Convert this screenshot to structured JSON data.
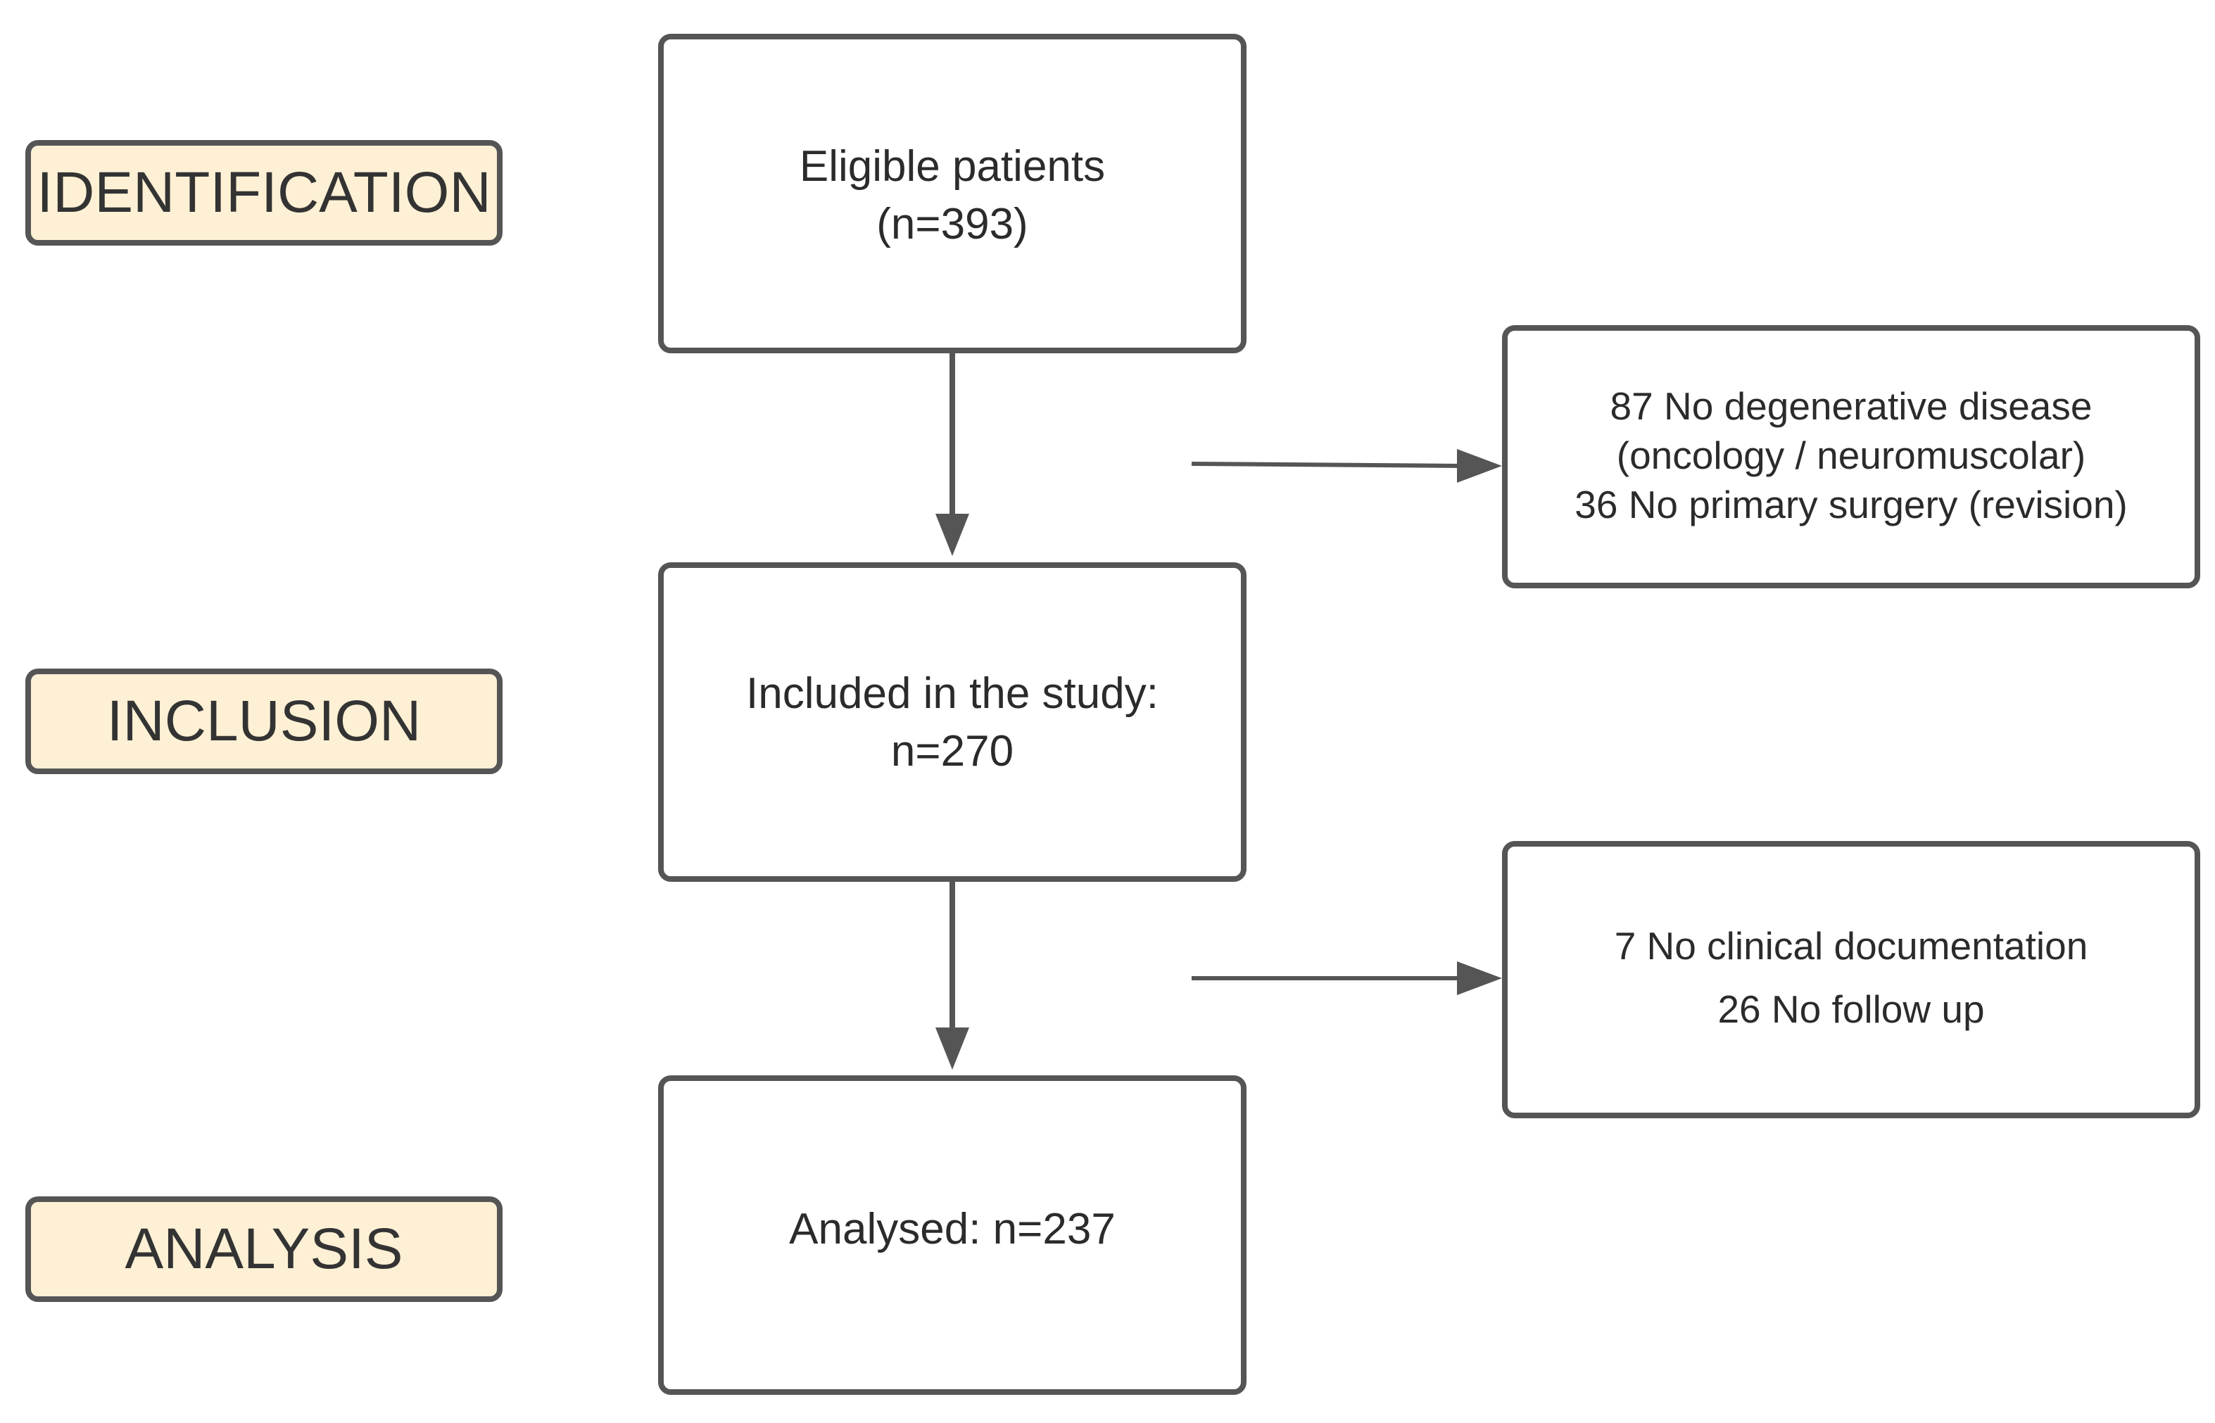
{
  "stages": {
    "identification": "IDENTIFICATION",
    "inclusion": "INCLUSION",
    "analysis": "ANALYSIS"
  },
  "boxes": {
    "eligible": {
      "line1": "Eligible patients",
      "line2": "(n=393)"
    },
    "included": {
      "line1": "Included in the study:",
      "line2": "n=270"
    },
    "analysed": {
      "line1": "Analysed:  n=237"
    }
  },
  "exclusions": {
    "first": {
      "line1": "87 No degenerative disease",
      "line2": "(oncology / neuromuscolar)",
      "line3": "36 No primary surgery (revision)"
    },
    "second": {
      "line1": "7 No clinical documentation",
      "line2": "26 No follow up"
    }
  },
  "colors": {
    "stroke": "#555555",
    "stage_fill": "#fdf0d5",
    "text": "#2b2b2b"
  }
}
